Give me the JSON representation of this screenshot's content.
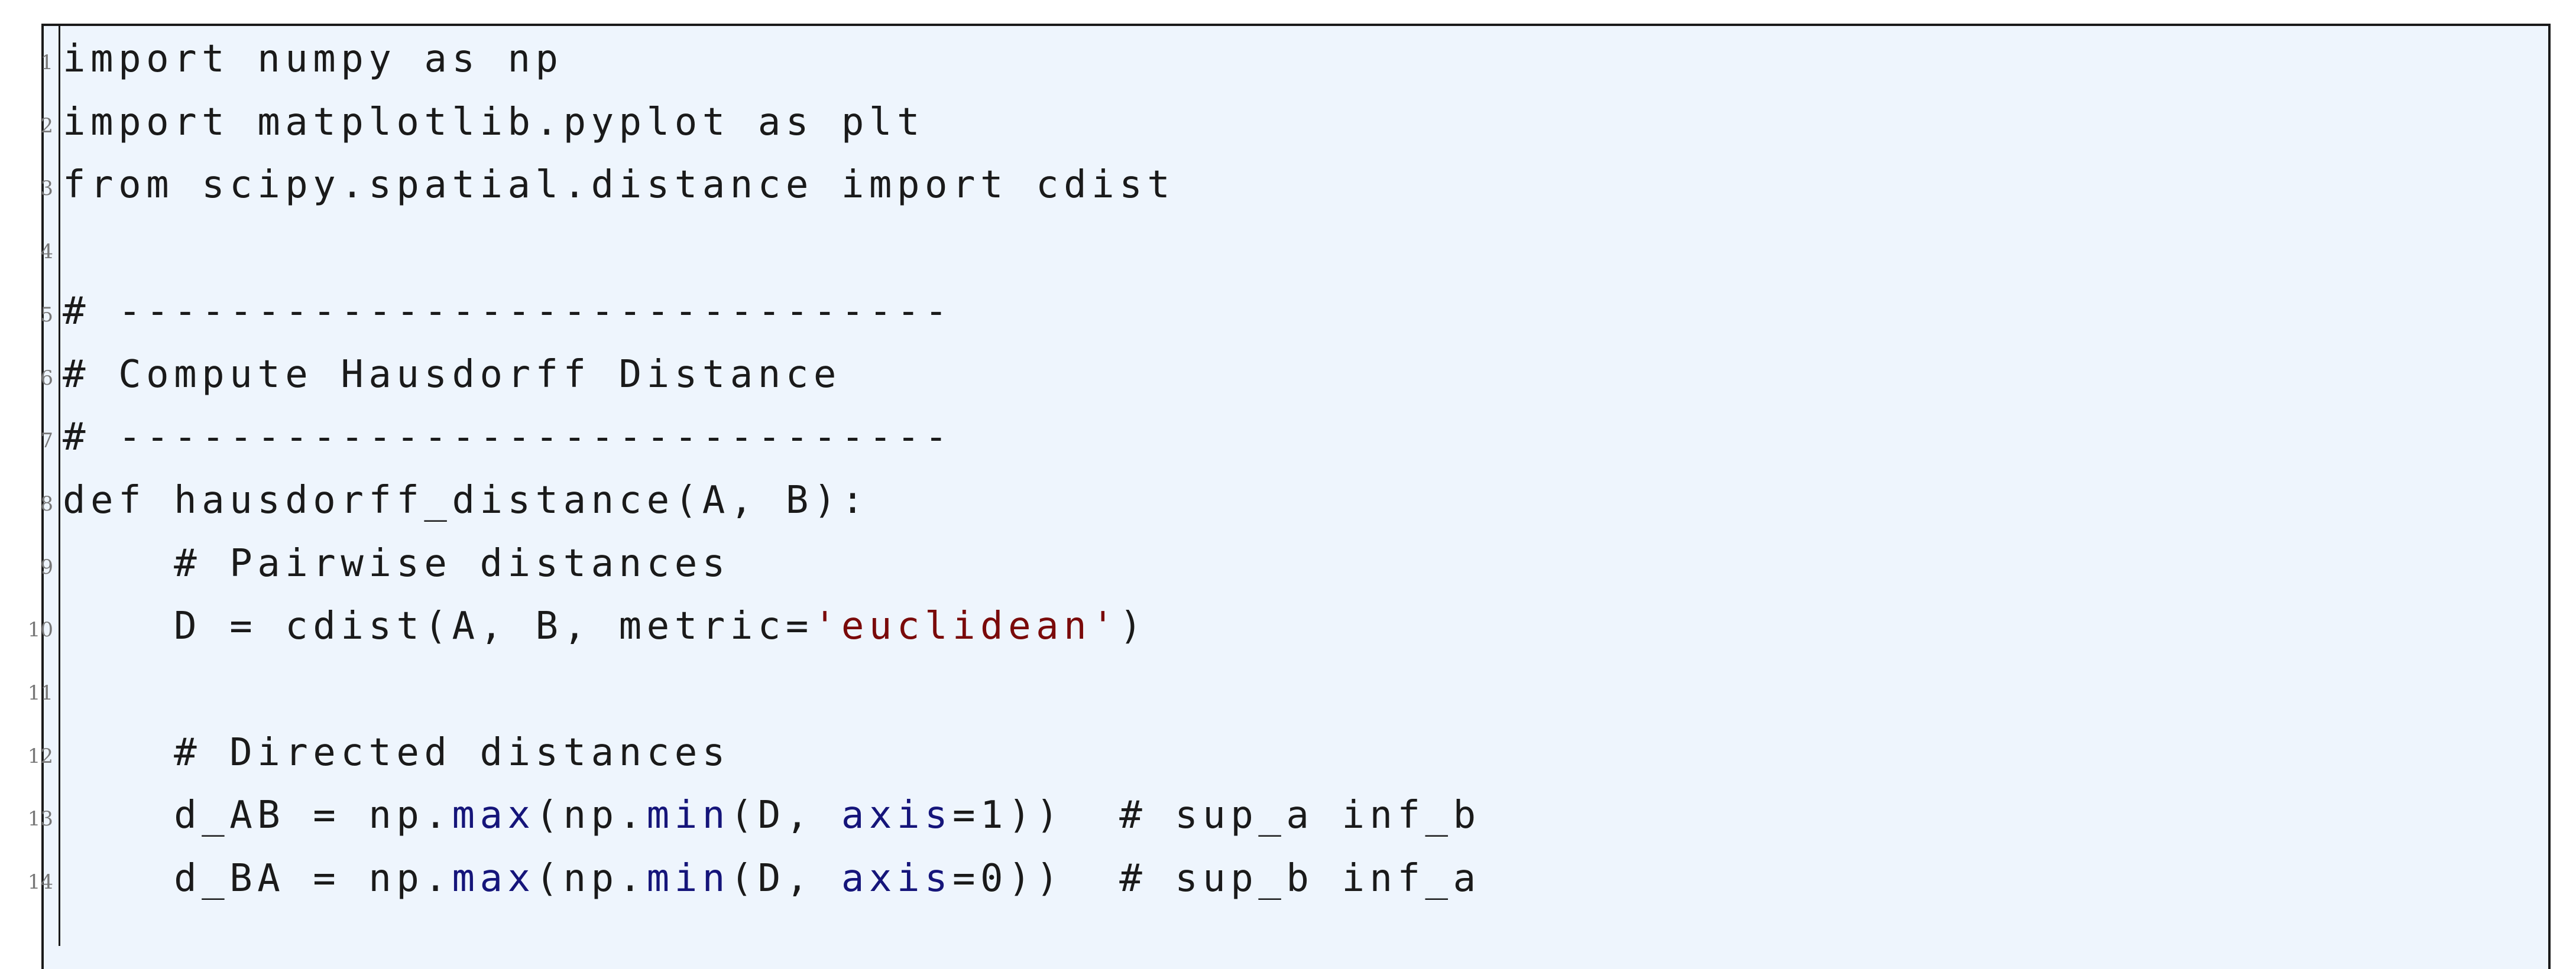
{
  "code_listing": {
    "lines": [
      {
        "no": "1",
        "segments": [
          {
            "t": "import numpy as np",
            "c": "plain"
          }
        ]
      },
      {
        "no": "2",
        "segments": [
          {
            "t": "import matplotlib.pyplot as plt",
            "c": "plain"
          }
        ]
      },
      {
        "no": "3",
        "segments": [
          {
            "t": "from scipy.spatial.distance import cdist",
            "c": "plain"
          }
        ]
      },
      {
        "no": "4",
        "segments": [
          {
            "t": "",
            "c": "plain"
          }
        ]
      },
      {
        "no": "5",
        "segments": [
          {
            "t": "# ------------------------------",
            "c": "plain"
          }
        ]
      },
      {
        "no": "6",
        "segments": [
          {
            "t": "# Compute Hausdorff Distance",
            "c": "plain"
          }
        ]
      },
      {
        "no": "7",
        "segments": [
          {
            "t": "# ------------------------------",
            "c": "plain"
          }
        ]
      },
      {
        "no": "8",
        "segments": [
          {
            "t": "def hausdorff_distance(A, B):",
            "c": "plain"
          }
        ]
      },
      {
        "no": "9",
        "segments": [
          {
            "t": "    # Pairwise distances",
            "c": "plain"
          }
        ]
      },
      {
        "no": "10",
        "segments": [
          {
            "t": "    D = cdist(A, B, metric=",
            "c": "plain"
          },
          {
            "t": "'euclidean'",
            "c": "str"
          },
          {
            "t": ")",
            "c": "plain"
          }
        ]
      },
      {
        "no": "11",
        "segments": [
          {
            "t": "",
            "c": "plain"
          }
        ]
      },
      {
        "no": "12",
        "segments": [
          {
            "t": "    # Directed distances",
            "c": "plain"
          }
        ]
      },
      {
        "no": "13",
        "segments": [
          {
            "t": "    d_AB = np.",
            "c": "plain"
          },
          {
            "t": "max",
            "c": "kw"
          },
          {
            "t": "(np.",
            "c": "plain"
          },
          {
            "t": "min",
            "c": "kw"
          },
          {
            "t": "(D, ",
            "c": "plain"
          },
          {
            "t": "axis",
            "c": "kw"
          },
          {
            "t": "=1))  # sup_a inf_b",
            "c": "plain"
          }
        ]
      },
      {
        "no": "14",
        "segments": [
          {
            "t": "    d_BA = np.",
            "c": "plain"
          },
          {
            "t": "max",
            "c": "kw"
          },
          {
            "t": "(np.",
            "c": "plain"
          },
          {
            "t": "min",
            "c": "kw"
          },
          {
            "t": "(D, ",
            "c": "plain"
          },
          {
            "t": "axis",
            "c": "kw"
          },
          {
            "t": "=0))  # sup_b inf_a",
            "c": "plain"
          }
        ]
      }
    ]
  },
  "colors": {
    "background": "#eef5fd",
    "string": "#7a0a0a",
    "builtin": "#15157a",
    "text": "#1a1a1a",
    "line_number": "#777777"
  }
}
